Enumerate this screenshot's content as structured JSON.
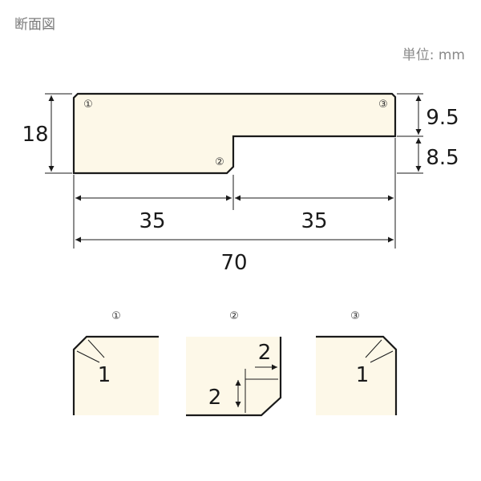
{
  "header": {
    "title": "断面図",
    "unit": "単位: mm"
  },
  "main_section": {
    "markers": [
      "①",
      "②",
      "③"
    ],
    "dims": {
      "height_total": "18",
      "top_part": "9.5",
      "bottom_part": "8.5",
      "left_width": "35",
      "right_width": "35",
      "total_width": "70"
    }
  },
  "details": [
    {
      "label": "①",
      "chamfer": "1"
    },
    {
      "label": "②",
      "chamfer_h": "2",
      "chamfer_v": "2"
    },
    {
      "label": "③",
      "chamfer": "1"
    }
  ],
  "colors": {
    "fill": "#fdf8e8",
    "line": "#1a1a1a"
  }
}
